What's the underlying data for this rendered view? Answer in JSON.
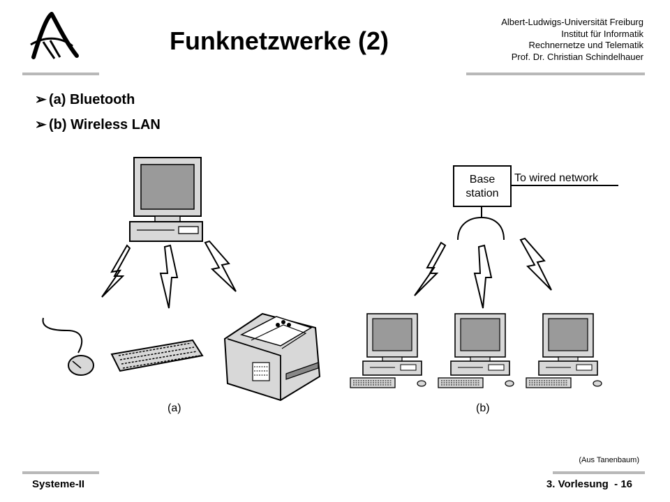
{
  "header": {
    "title": "Funknetzwerke (2)",
    "institution": [
      "Albert-Ludwigs-Universität Freiburg",
      "Institut für Informatik",
      "Rechnernetze und Telematik",
      "Prof. Dr. Christian Schindelhauer"
    ]
  },
  "bullets": [
    "(a) Bluetooth",
    "(b) Wireless LAN"
  ],
  "figure": {
    "label_a": "(a)",
    "label_b": "(b)",
    "base_station_line1": "Base",
    "base_station_line2": "station",
    "wired_network": "To wired network"
  },
  "source": "(Aus Tanenbaum)",
  "footer": {
    "left": "Systeme-II",
    "right": "3. Vorlesung  - 16"
  },
  "colors": {
    "rule": "#b8b8b8",
    "device_gray": "#d8d8d8",
    "screen_gray": "#9a9a9a"
  }
}
